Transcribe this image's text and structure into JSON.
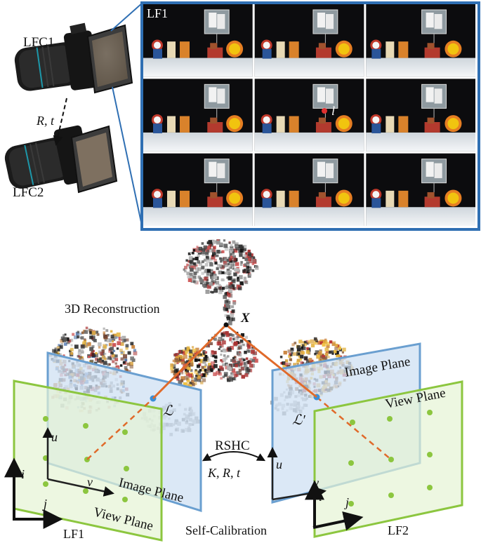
{
  "cameras": {
    "top": {
      "label": "LFC1"
    },
    "bottom": {
      "label": "LFC2"
    },
    "transform": {
      "label": "R, t"
    }
  },
  "lightfield": {
    "panel_label": "LF1",
    "grid_rows": 3,
    "grid_cols": 3,
    "ray_label": "l"
  },
  "scene": {
    "reconstruction_label": "3D Reconstruction",
    "point_label": "X"
  },
  "left_rig": {
    "image_plane_label": "Image Plane",
    "view_plane_label": "View Plane",
    "line_label": "ℒ",
    "axis_u": "u",
    "axis_v": "v",
    "axis_i": "i",
    "axis_j": "j",
    "lf_label": "LF1"
  },
  "right_rig": {
    "image_plane_label": "Image Plane",
    "view_plane_label": "View Plane",
    "line_label": "ℒ′",
    "axis_u": "u",
    "axis_v": "v",
    "axis_i": "i",
    "axis_j": "j",
    "lf_label": "LF2"
  },
  "calibration": {
    "method_label": "RSHC",
    "params_label": "K, R, t",
    "caption": "Self-Calibration"
  },
  "colors": {
    "panel_border": "#2f6fb3",
    "image_plane_fill": "#cfe0f3",
    "image_plane_stroke": "#6a9fd0",
    "view_plane_fill": "#e6f3d4",
    "view_plane_stroke": "#8cc63f",
    "view_dot": "#8cc63f",
    "ray": "#e06a2a",
    "point_blue": "#3a8fd6"
  }
}
